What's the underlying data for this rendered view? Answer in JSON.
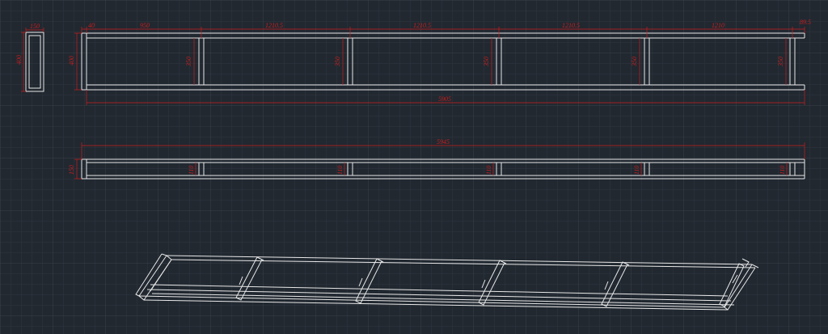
{
  "colors": {
    "background": "#212830",
    "grid": "#2f363f",
    "gridMajor": "#394049",
    "geometry": "#e8e8e8",
    "dimension": "#c81e1e"
  },
  "crossSection": {
    "width": "150",
    "height": "400"
  },
  "topView": {
    "spacings": [
      "40",
      "950",
      "1210.5",
      "1210.5",
      "1210.5",
      "1210",
      "89.5"
    ],
    "innerHeight": "350",
    "overall": "5905"
  },
  "sideView": {
    "overall": "5945",
    "height": "150",
    "tabs": "110"
  }
}
